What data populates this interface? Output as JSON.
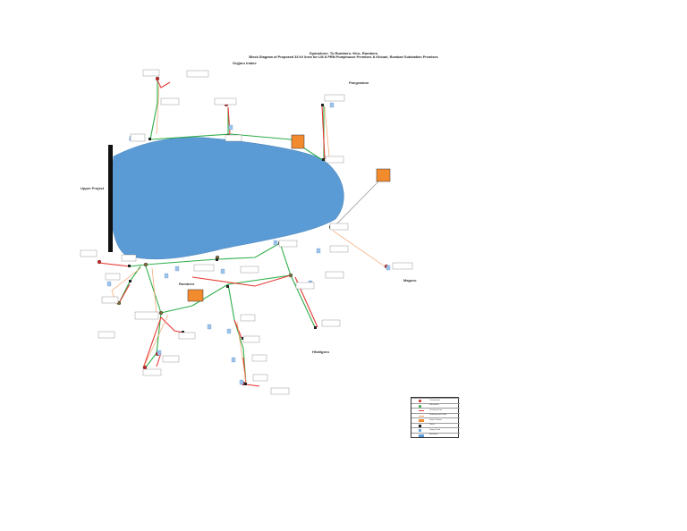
{
  "title": {
    "line1": "Gyanshree- To Rumbers- Kiro- Rumbers",
    "line2": "Block Diagram of Proposed 33 kV lines for LM & PRM Pumphouse Premises & Khiuari, Rumbari Substation Premises"
  },
  "regions": {
    "top": "Gujjaru Intake",
    "top_right": "Pangradnar",
    "left": "Upper Project",
    "middle": "Rumbers",
    "right": "Magoru",
    "bottom": "Hhatigoru"
  },
  "legend": {
    "items": [
      {
        "label": "Transformer",
        "color": "#cc2222"
      },
      {
        "label": "Substation",
        "color": "#33aa44"
      },
      {
        "label": "Overhead Line",
        "color": "#ee3333"
      },
      {
        "label": "Underground Cable",
        "color": "#f4a36a"
      },
      {
        "label": "Switch Station",
        "color": "#f28a2e"
      },
      {
        "label": "Tower",
        "color": "#222222"
      },
      {
        "label": "Gauge Point",
        "color": "#6aa6e0"
      },
      {
        "label": "Reservoir",
        "color": "#5b9bd5"
      }
    ]
  },
  "colors": {
    "reservoir": "#5b9bd5",
    "dam": "#111111",
    "green_line": "#2fae4a",
    "red_line": "#e53935",
    "orange_line": "#f4a36a",
    "grey_line": "#999999",
    "station_box": "#f28a2e",
    "sensor": "#9cc3ec"
  }
}
